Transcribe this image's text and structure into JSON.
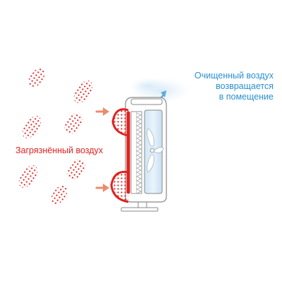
{
  "labels": {
    "clean_air": [
      "Очищенный воздух",
      "возвращается",
      "в помещение"
    ],
    "dirty_air": "Загрязнённый воздух"
  },
  "colors": {
    "polluted": "#e0221f",
    "clean_text": "#2a8fd0",
    "inflow_arrow": "#f08a6a",
    "outflow_arrow": "#5ea8de",
    "device_outline": "#8a8a8a",
    "device_window": "#d9ecf8"
  }
}
